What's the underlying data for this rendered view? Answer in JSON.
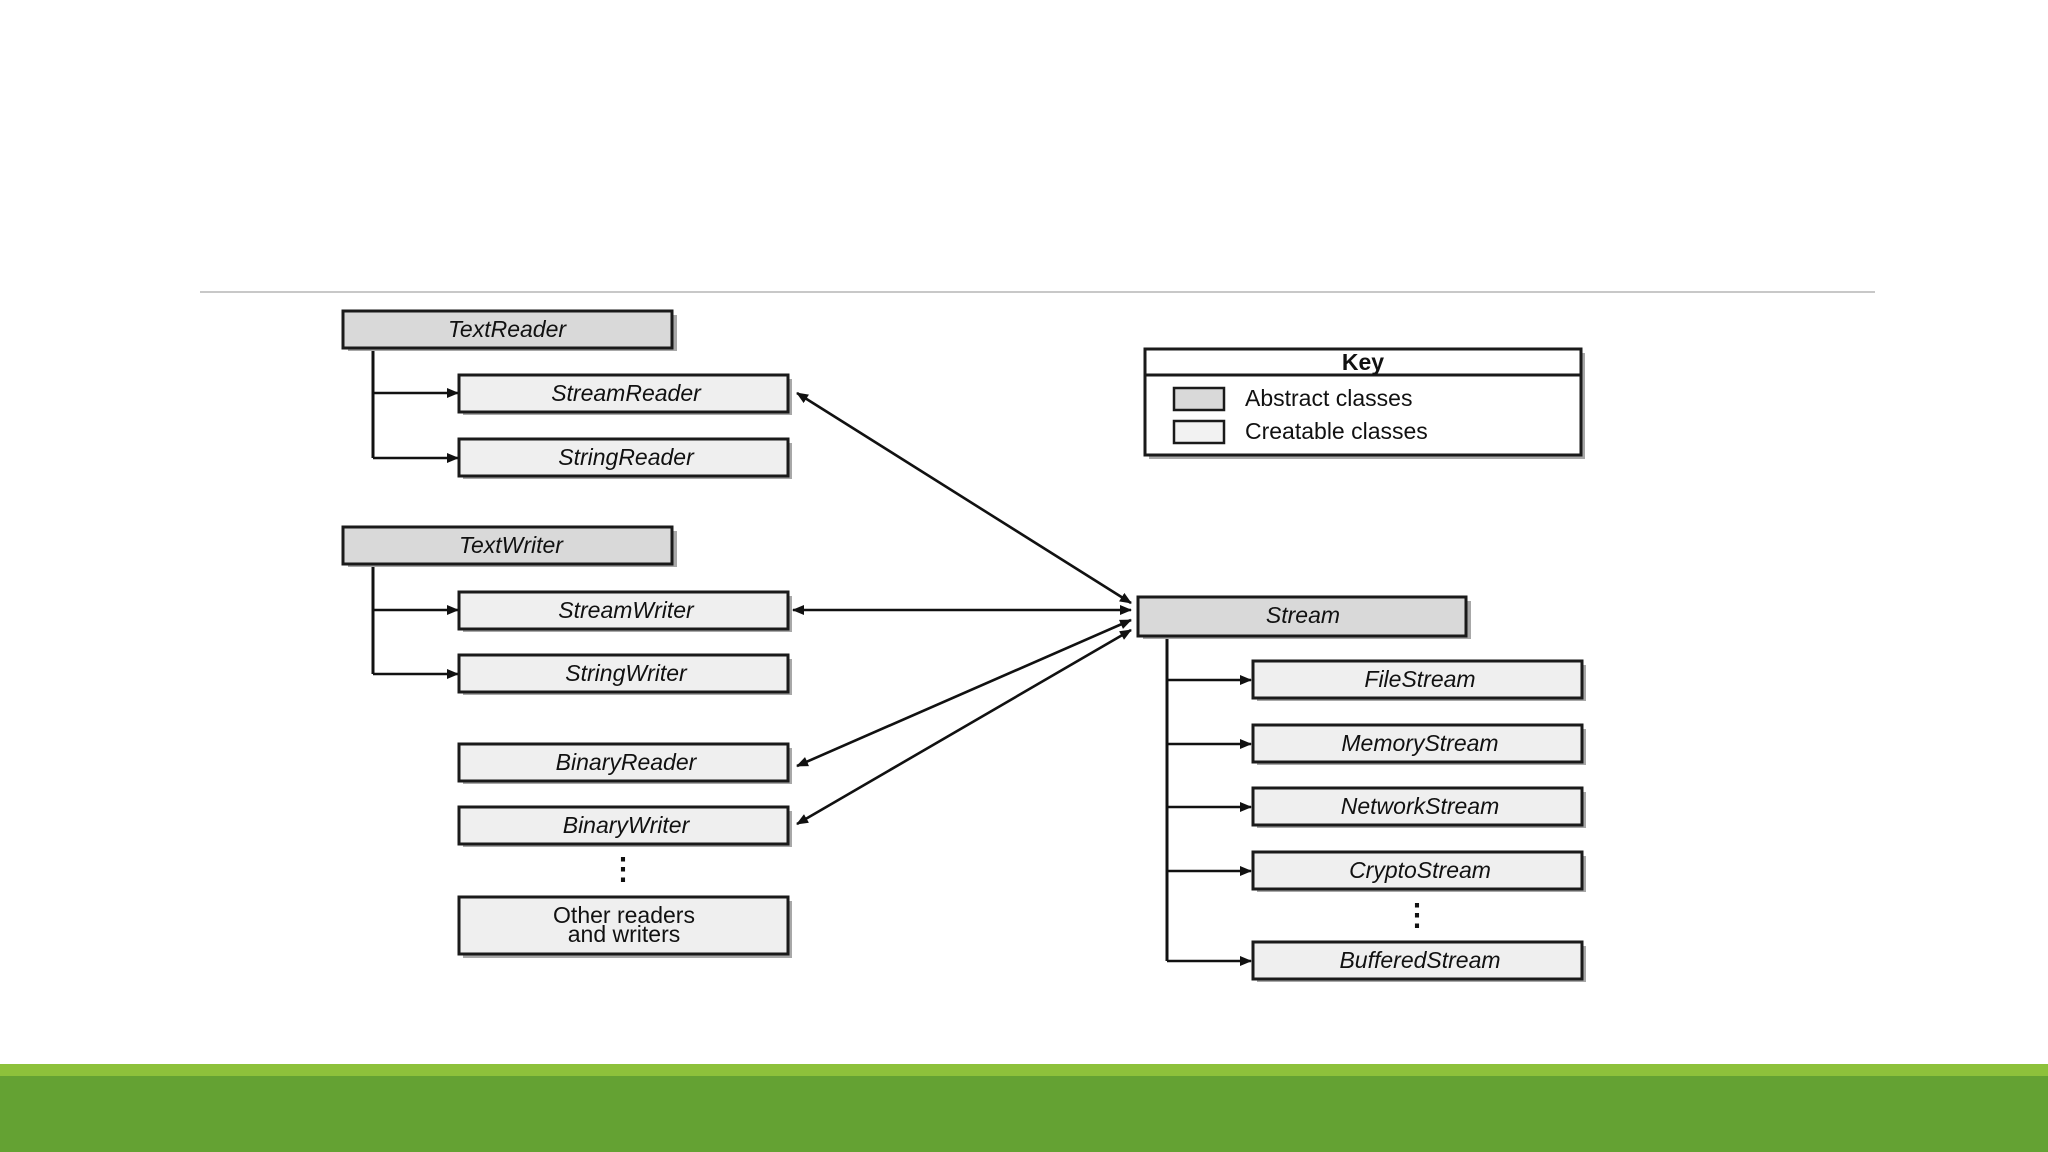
{
  "diagram": {
    "readers_writers": {
      "text_reader": "TextReader",
      "stream_reader": "StreamReader",
      "string_reader": "StringReader",
      "text_writer": "TextWriter",
      "stream_writer": "StreamWriter",
      "string_writer": "StringWriter",
      "binary_reader": "BinaryReader",
      "binary_writer": "BinaryWriter",
      "ellipsis": "⋮",
      "other_line1": "Other readers",
      "other_line2": "and writers"
    },
    "streams": {
      "stream": "Stream",
      "file_stream": "FileStream",
      "memory_stream": "MemoryStream",
      "network_stream": "NetworkStream",
      "crypto_stream": "CryptoStream",
      "ellipsis": "⋮",
      "buffered_stream": "BufferedStream"
    },
    "key": {
      "title": "Key",
      "abstract_label": "Abstract classes",
      "creatable_label": "Creatable classes"
    }
  },
  "colors": {
    "abstract_fill": "#d9d9d9",
    "creatable_fill": "#efefef",
    "footer_light": "#8dc13b",
    "footer_dark": "#64a233"
  }
}
